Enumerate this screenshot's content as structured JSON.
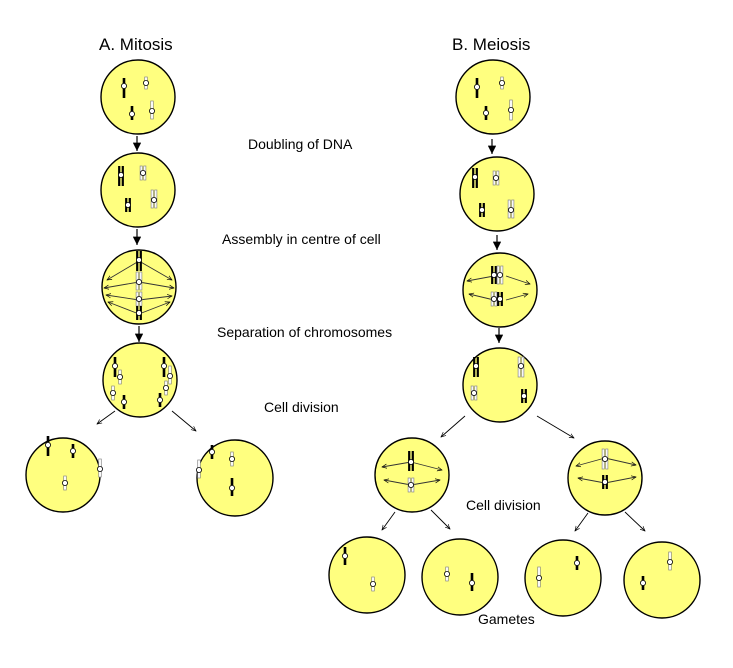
{
  "diagram": {
    "mitosis": {
      "title": "A. Mitosis"
    },
    "meiosis": {
      "title": "B. Meiosis"
    },
    "steps": [
      "Doubling of DNA",
      "Assembly in centre of cell",
      "Separation of chromosomes",
      "Cell division"
    ],
    "meiosis_second_division_label": "Cell division",
    "gametes_label": "Gametes",
    "colors": {
      "cell_fill": "#FFFF7F",
      "cell_stroke": "#000000",
      "chromosome_dark": "#000000",
      "chromosome_light": "#CCCCCC",
      "centromere": "#FFFFFF"
    }
  }
}
